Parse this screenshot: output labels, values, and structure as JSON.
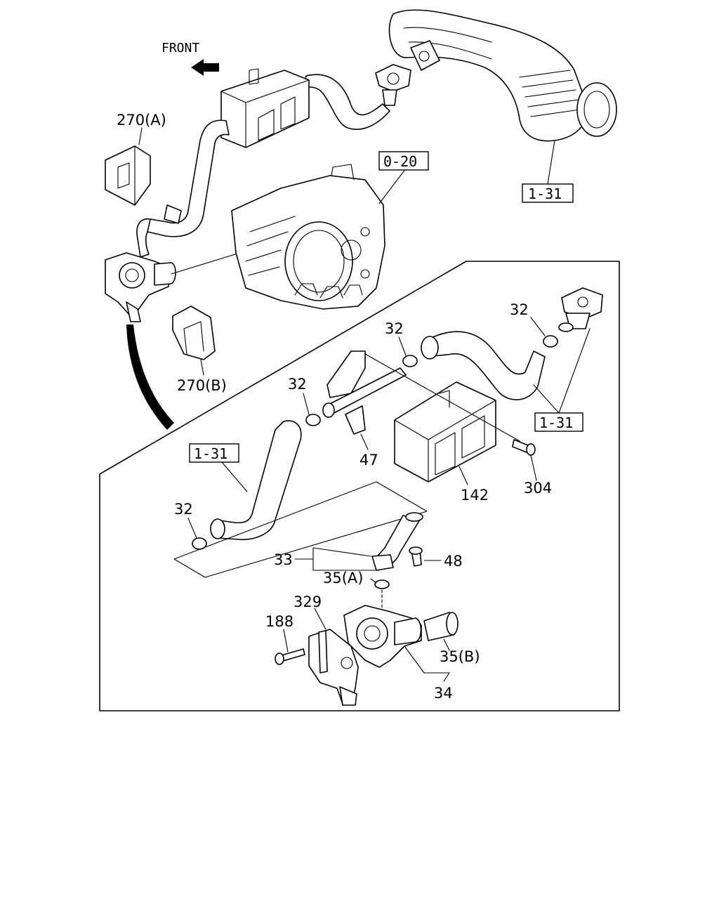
{
  "front_label": "FRONT",
  "callouts": {
    "c270a": "270(A)",
    "c020": "0-20",
    "c131_top": "1-31",
    "c270b": "270(B)",
    "c32_a": "32",
    "c32_b": "32",
    "c32_c": "32",
    "c32_d": "32",
    "c131_right": "1-31",
    "c131_left": "1-31",
    "c47": "47",
    "c142": "142",
    "c304": "304",
    "c33": "33",
    "c48": "48",
    "c35a": "35(A)",
    "c329": "329",
    "c188": "188",
    "c35b": "35(B)",
    "c34": "34"
  },
  "icons": {
    "front_arrow": "arrow-left-icon"
  }
}
